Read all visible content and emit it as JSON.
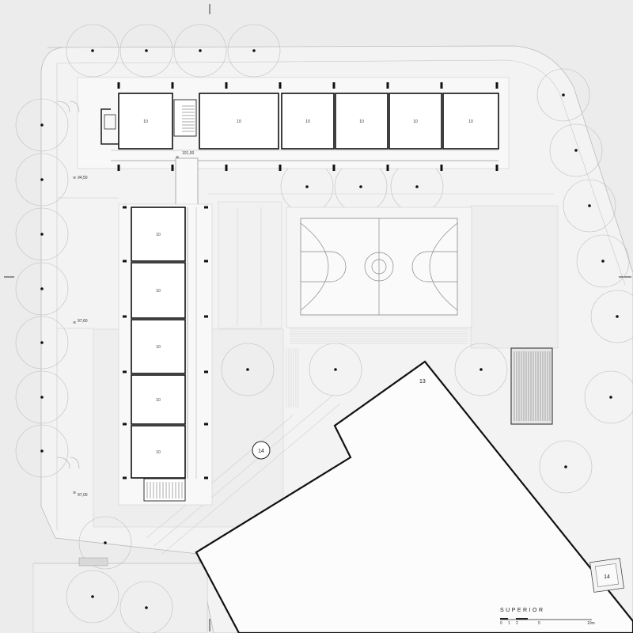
{
  "rooms": {
    "north": [
      "10",
      "10",
      "10",
      "10",
      "10",
      "10"
    ],
    "west": [
      "10",
      "10",
      "10",
      "10",
      "10"
    ]
  },
  "labels": {
    "hall": "13",
    "plaza": "14",
    "pavilion": "14"
  },
  "levels": {
    "main": "101,00",
    "nw": "94,50",
    "mid": "97,60",
    "sw": "97,00"
  },
  "scale_title": "SUPERIOR",
  "scale_ticks": [
    "0",
    "1",
    "2",
    "5",
    "10m"
  ]
}
